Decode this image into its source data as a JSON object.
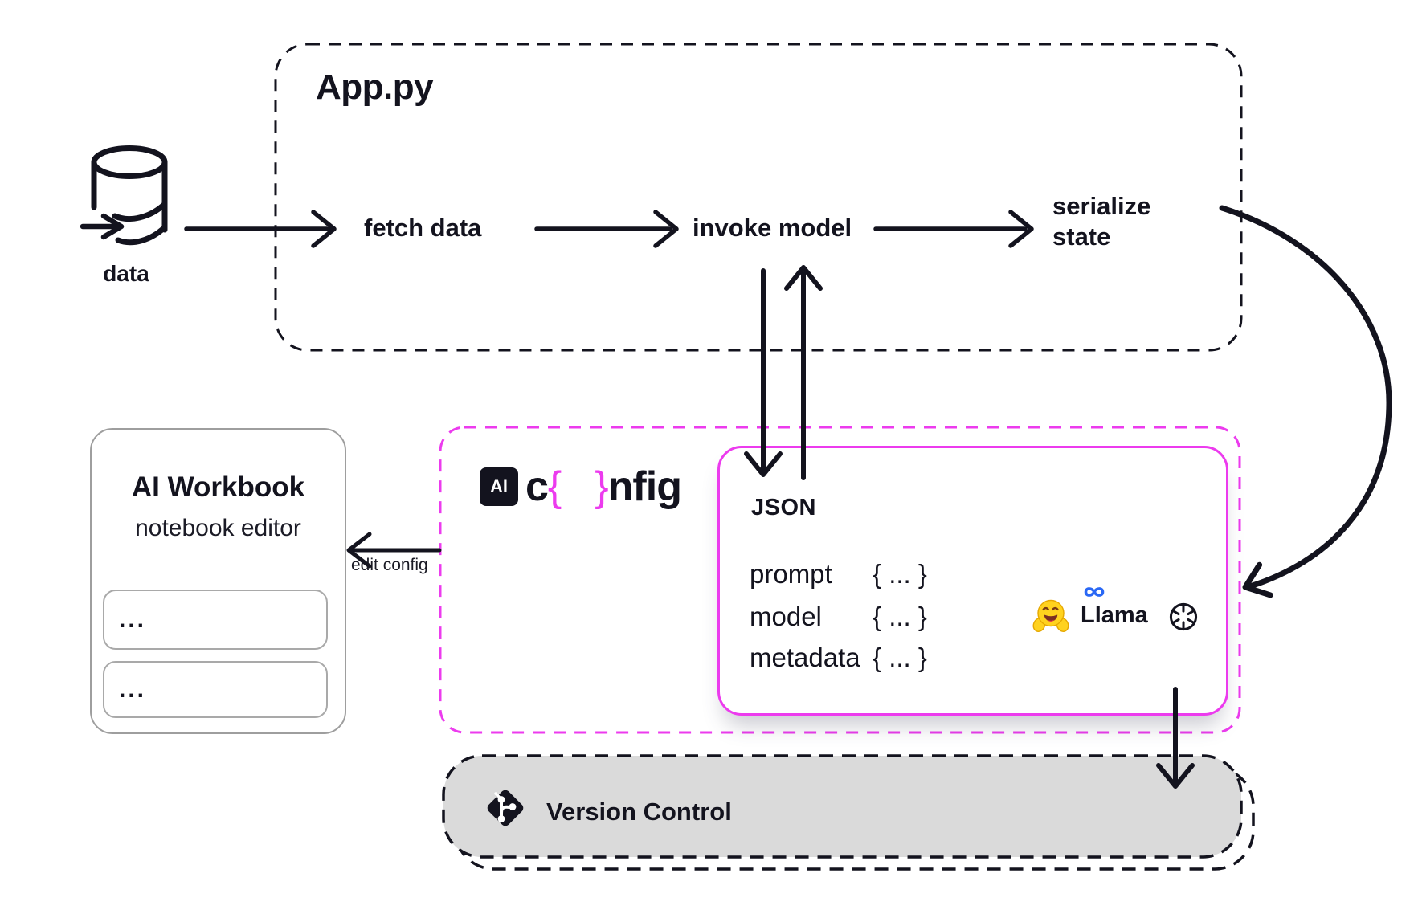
{
  "colors": {
    "ink": "#13131e",
    "pink": "#ec3bee",
    "vc_fill": "#dadada",
    "meta_blue": "#2a68f5",
    "hf_yellow": "#ffd21e"
  },
  "data_source": {
    "label": "data",
    "icon": "database-import-icon"
  },
  "app": {
    "title": "App.py",
    "steps": [
      {
        "label": "fetch data"
      },
      {
        "label": "invoke model"
      },
      {
        "line1": "serialize",
        "line2": "state"
      }
    ]
  },
  "edit_config": {
    "label": "edit config"
  },
  "aiconfig": {
    "logo": {
      "badge": "AI",
      "c": "c",
      "brace_open": "{",
      "brace_close": "}",
      "nfig": "nfig"
    },
    "json_card": {
      "title": "JSON",
      "rows": [
        {
          "key": "prompt",
          "value": "{ ... }"
        },
        {
          "key": "model",
          "value": "{ ... }"
        },
        {
          "key": "metadata",
          "value": "{ ... }"
        }
      ],
      "providers": {
        "huggingface_icon": "hugging-face-icon",
        "meta_icon": "meta-infinity-icon",
        "llama_label": "Llama",
        "openai_icon": "openai-icon"
      }
    }
  },
  "workbook": {
    "title": "AI Workbook",
    "subtitle": "notebook editor",
    "cells": [
      "...",
      "..."
    ]
  },
  "version_control": {
    "label": "Version Control",
    "icon": "git-branch-icon"
  }
}
